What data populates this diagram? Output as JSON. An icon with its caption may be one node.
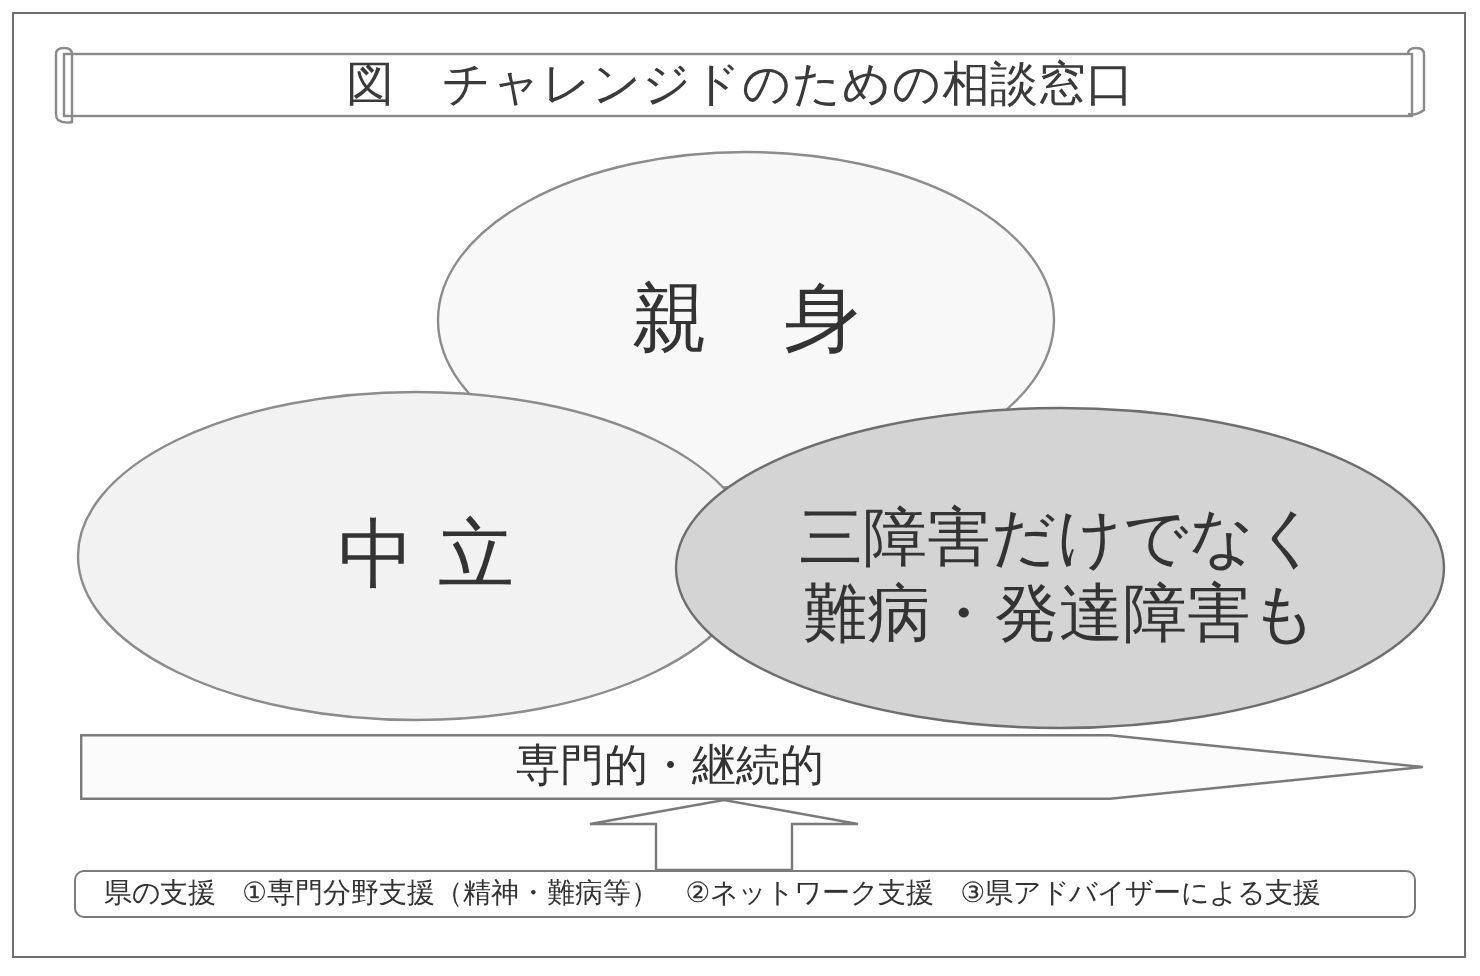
{
  "diagram": {
    "title": "図　チャレンジドのための相談窓口",
    "nodes": [
      {
        "text": [
          "親　身"
        ]
      },
      {
        "text": [
          "中 立"
        ]
      },
      {
        "text": [
          "三障害だけでなく難病・発達障害も"
        ]
      },
      {
        "text": [
          "専門的・継続的"
        ]
      },
      {
        "text": [
          "県の支援",
          "①専門分野支援（精神・難病等）",
          "②ネットワーク支援",
          "③県アドバイザーによる支援"
        ]
      }
    ],
    "edges": [
      {
        "from": 4,
        "to": 3,
        "arrow": "to"
      }
    ]
  }
}
